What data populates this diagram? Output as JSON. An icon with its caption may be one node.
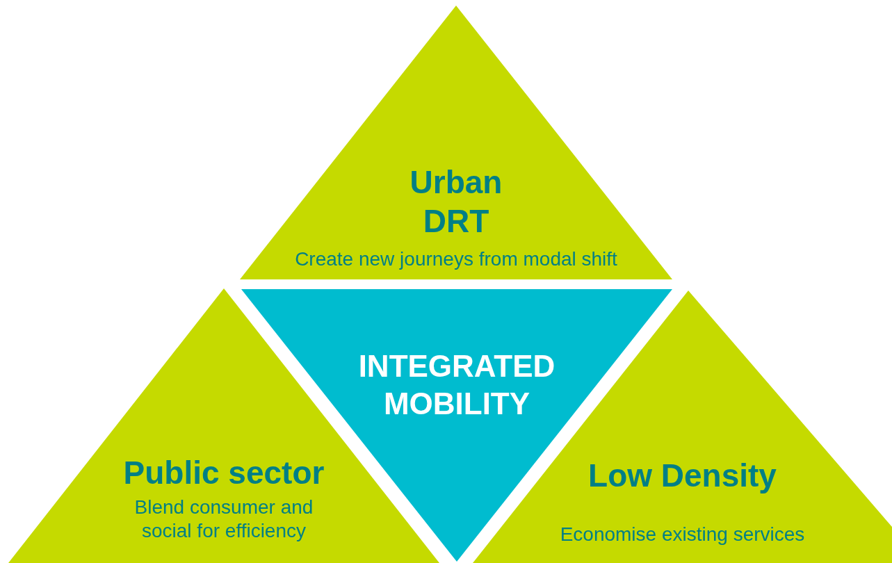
{
  "diagram": {
    "nodes": [
      {
        "text": [
          "Urban DRT",
          "Create new journeys from modal shift"
        ]
      },
      {
        "text": [
          "INTEGRATED MOBILITY"
        ]
      },
      {
        "text": [
          "Public sector",
          "Blend consumer and social for efficiency"
        ]
      },
      {
        "text": [
          "Low Density",
          "Economise existing services"
        ]
      }
    ]
  }
}
